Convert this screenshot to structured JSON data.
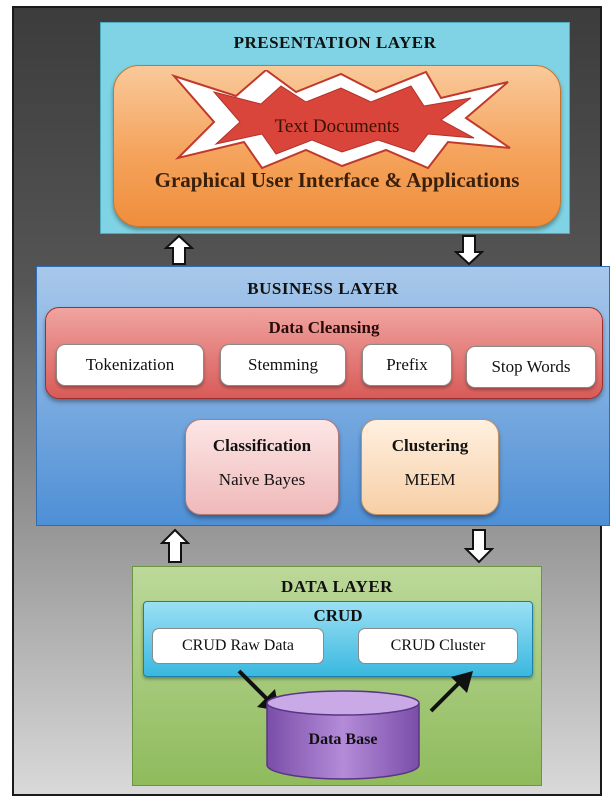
{
  "presentation": {
    "title": "PRESENTATION LAYER",
    "text_documents": "Text Documents",
    "gui": "Graphical User Interface & Applications"
  },
  "business": {
    "title": "BUSINESS LAYER",
    "cleansing": {
      "title": "Data Cleansing",
      "items": [
        "Tokenization",
        "Stemming",
        "Prefix",
        "Stop Words"
      ]
    },
    "classification": {
      "title": "Classification",
      "algorithm": "Naive Bayes"
    },
    "clustering": {
      "title": "Clustering",
      "algorithm": "MEEM"
    }
  },
  "data_layer": {
    "title": "DATA LAYER",
    "crud": {
      "title": "CRUD",
      "items": [
        "CRUD Raw Data",
        "CRUD Cluster"
      ]
    },
    "database": "Data Base"
  },
  "colors": {
    "presentation": "#7fd3e4",
    "gui": "#f5a35c",
    "business": "#4e8fd6",
    "cleansing": "#d85b58",
    "data_layer": "#8fbb5c",
    "crud": "#3ab8e0",
    "database": "#9b6cc4"
  }
}
